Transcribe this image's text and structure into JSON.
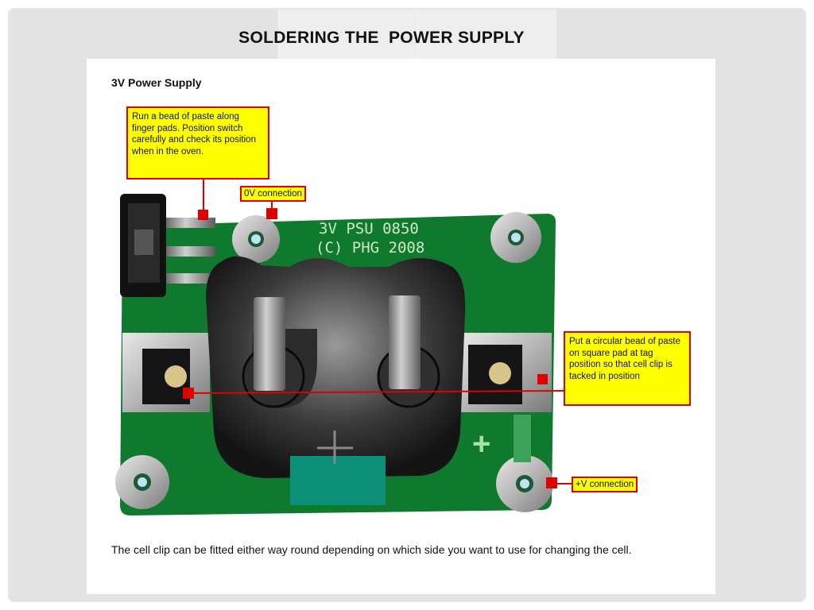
{
  "slide": {
    "title": "SOLDERING THE  POWER SUPPLY"
  },
  "document": {
    "heading": "3V Power Supply",
    "callouts": {
      "finger_pads": "Run a bead of paste along finger pads.  Position switch carefully and check its position when in the oven.",
      "zero_v": "0V connection",
      "square_pad": "Put a circular bead of paste on square pad at tag position so that cell clip is tacked in position",
      "plus_v": "+V connection"
    },
    "board": {
      "silkscreen_line1": "3V PSU 0850",
      "silkscreen_line2": "(C) PHG 2008",
      "plus_mark": "+"
    },
    "caption": "The cell clip can be fitted either way round depending on which side you want to use for changing the cell."
  },
  "colors": {
    "pcb_green": "#0f7a2e",
    "callout_fill": "#ffff00",
    "callout_border": "#e00000",
    "pointer_red": "#e00000"
  }
}
